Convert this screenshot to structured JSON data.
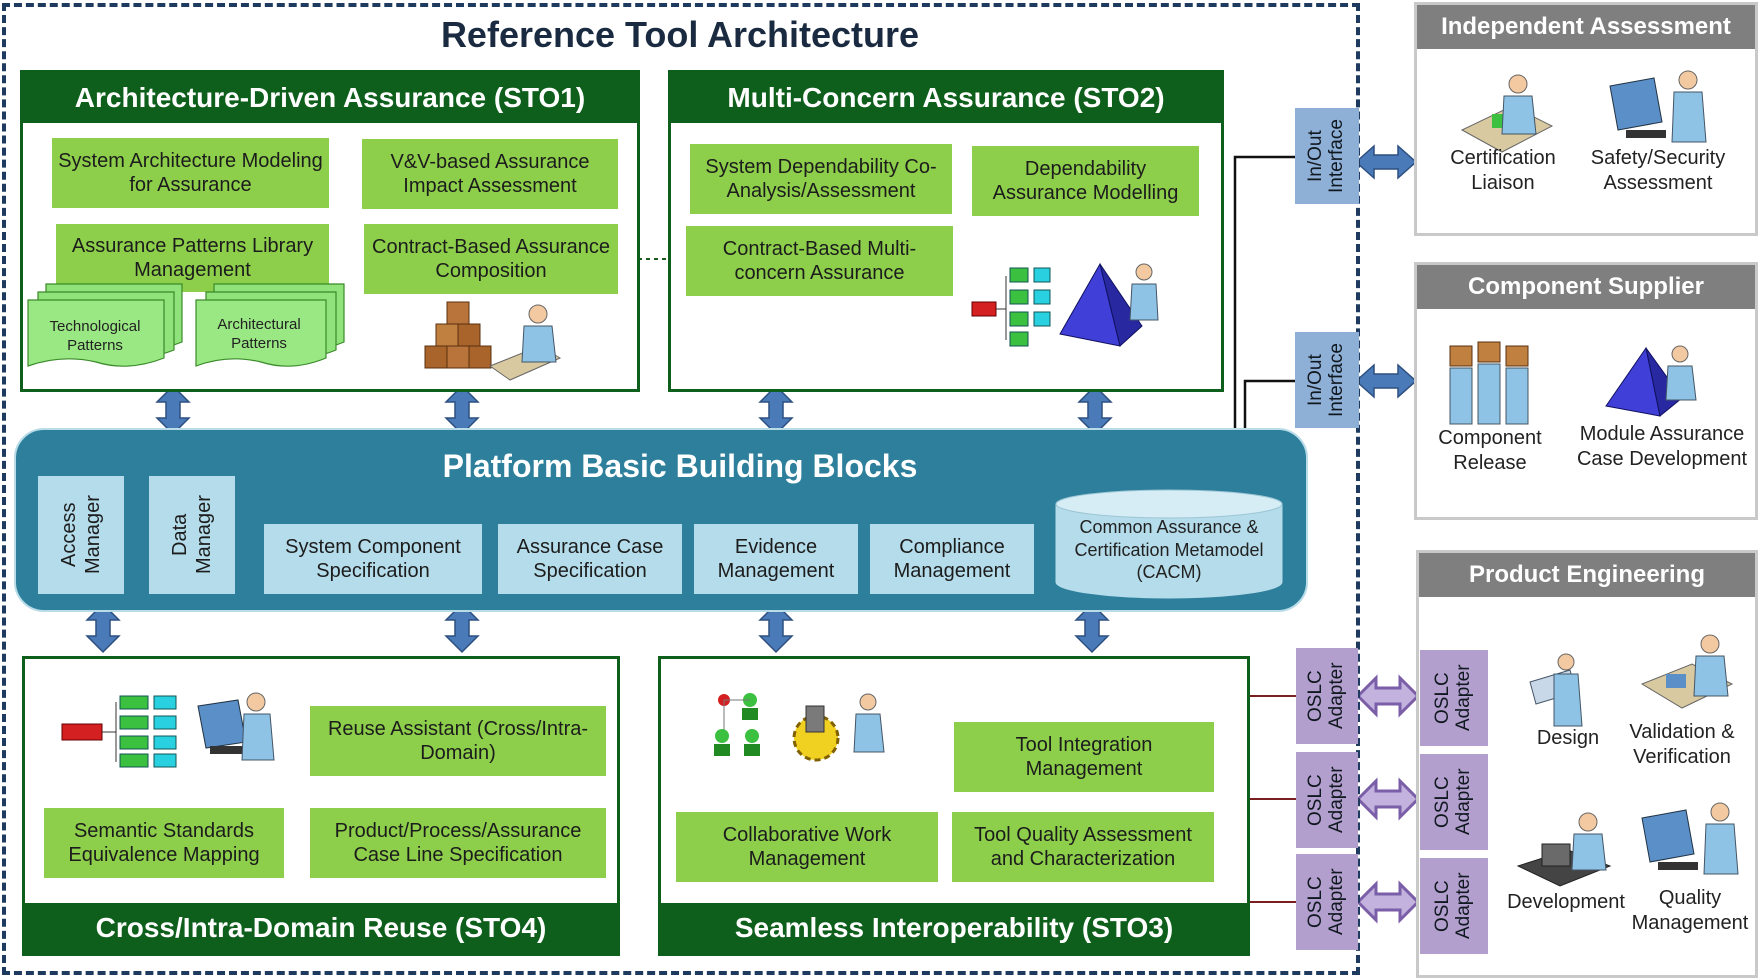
{
  "title": "Reference Tool Architecture",
  "sto1": {
    "title": "Architecture-Driven Assurance (STO1)",
    "boxes": [
      "System Architecture Modeling for Assurance",
      "V&V-based Assurance Impact Assessment",
      "Assurance Patterns Library Management",
      "Contract-Based Assurance Composition"
    ],
    "patterns": [
      "Technological Patterns",
      "Architectural Patterns"
    ]
  },
  "sto2": {
    "title": "Multi-Concern Assurance (STO2)",
    "boxes": [
      "System Dependability Co-Analysis/Assessment",
      "Dependability Assurance Modelling",
      "Contract-Based Multi-concern Assurance"
    ]
  },
  "platform": {
    "title": "Platform Basic Building Blocks",
    "managers": [
      "Access Manager",
      "Data Manager"
    ],
    "blocks": [
      "System Component Specification",
      "Assurance Case Specification",
      "Evidence Management",
      "Compliance Management"
    ],
    "cacm": "Common Assurance & Certification Metamodel (CACM)"
  },
  "sto4": {
    "title": "Cross/Intra-Domain Reuse (STO4)",
    "boxes": [
      "Reuse Assistant (Cross/Intra-Domain)",
      "Semantic Standards Equivalence Mapping",
      "Product/Process/Assurance Case Line Specification"
    ]
  },
  "sto3": {
    "title": "Seamless Interoperability (STO3)",
    "boxes": [
      "Tool Integration Management",
      "Collaborative Work Management",
      "Tool Quality Assessment and Characterization"
    ]
  },
  "interface_label": "In/Out Interface",
  "adapter_label": "OSLC Adapter",
  "independent": {
    "title": "Independent Assessment",
    "items": [
      "Certification Liaison",
      "Safety/Security Assessment"
    ]
  },
  "supplier": {
    "title": "Component Supplier",
    "items": [
      "Component Release",
      "Module Assurance Case Development"
    ]
  },
  "engineering": {
    "title": "Product Engineering",
    "items": [
      "Design",
      "Validation & Verification",
      "Development",
      "Quality Management"
    ]
  },
  "colors": {
    "sto_green": "#0f5f1c",
    "box_green": "#8dcf4b",
    "platform_blue": "#2d7f9b",
    "arrow_blue": "#4a7ab8",
    "arrow_purple": "#9b80c4"
  }
}
